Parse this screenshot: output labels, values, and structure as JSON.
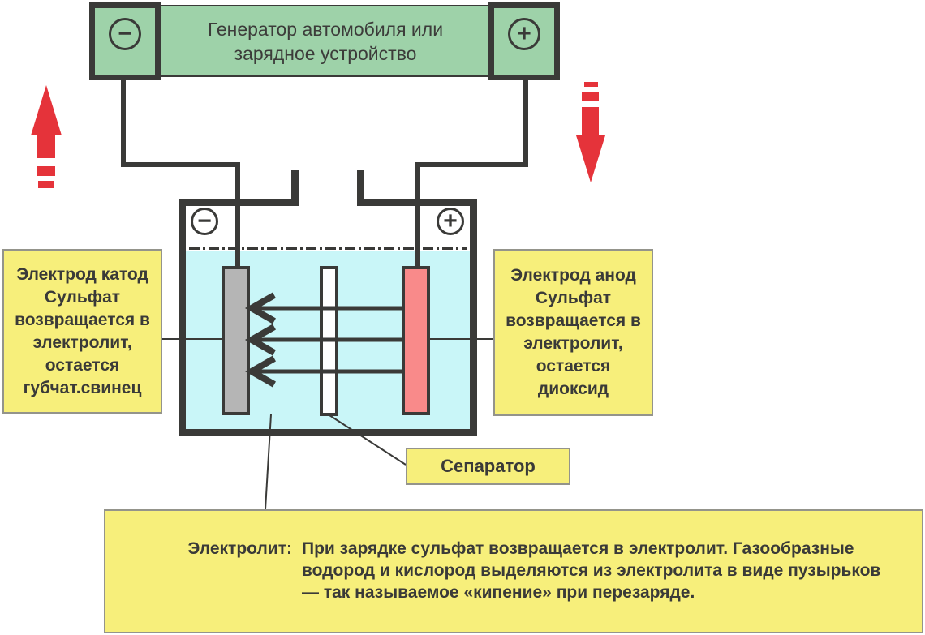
{
  "generator": {
    "lines": [
      "Генератор автомобиля или",
      "зарядное устройство"
    ],
    "minus_icon": "−",
    "plus_icon": "+"
  },
  "battery": {
    "minus_icon": "−",
    "plus_icon": "+"
  },
  "cathode_label": {
    "lines": [
      "Электрод катод",
      "Сульфат",
      "возвращается в",
      "электролит,",
      "остается",
      "губчат.свинец"
    ]
  },
  "anode_label": {
    "lines": [
      "Электрод анод",
      "Сульфат",
      "возвращается в",
      "электролит,",
      "остается",
      "диоксид"
    ]
  },
  "separator_label": "Сепаратор",
  "electrolyte": {
    "title": "Электролит:",
    "lines": [
      "При зарядке сульфат возвращается в электролит. Газообразные",
      "водород и кислород выделяются из электролита в виде пузырьков",
      "— так называемое «кипение» при перезаряде."
    ]
  },
  "colors": {
    "line_dark": "#3a3a38",
    "generator_green": "#9ed2a9",
    "label_yellow": "#f7ef7b",
    "electrolyte_cyan": "#c9f6f8",
    "cathode_gray": "#b5b5b5",
    "anode_pink": "#f98a8a",
    "arrow_red": "#e5333a"
  }
}
